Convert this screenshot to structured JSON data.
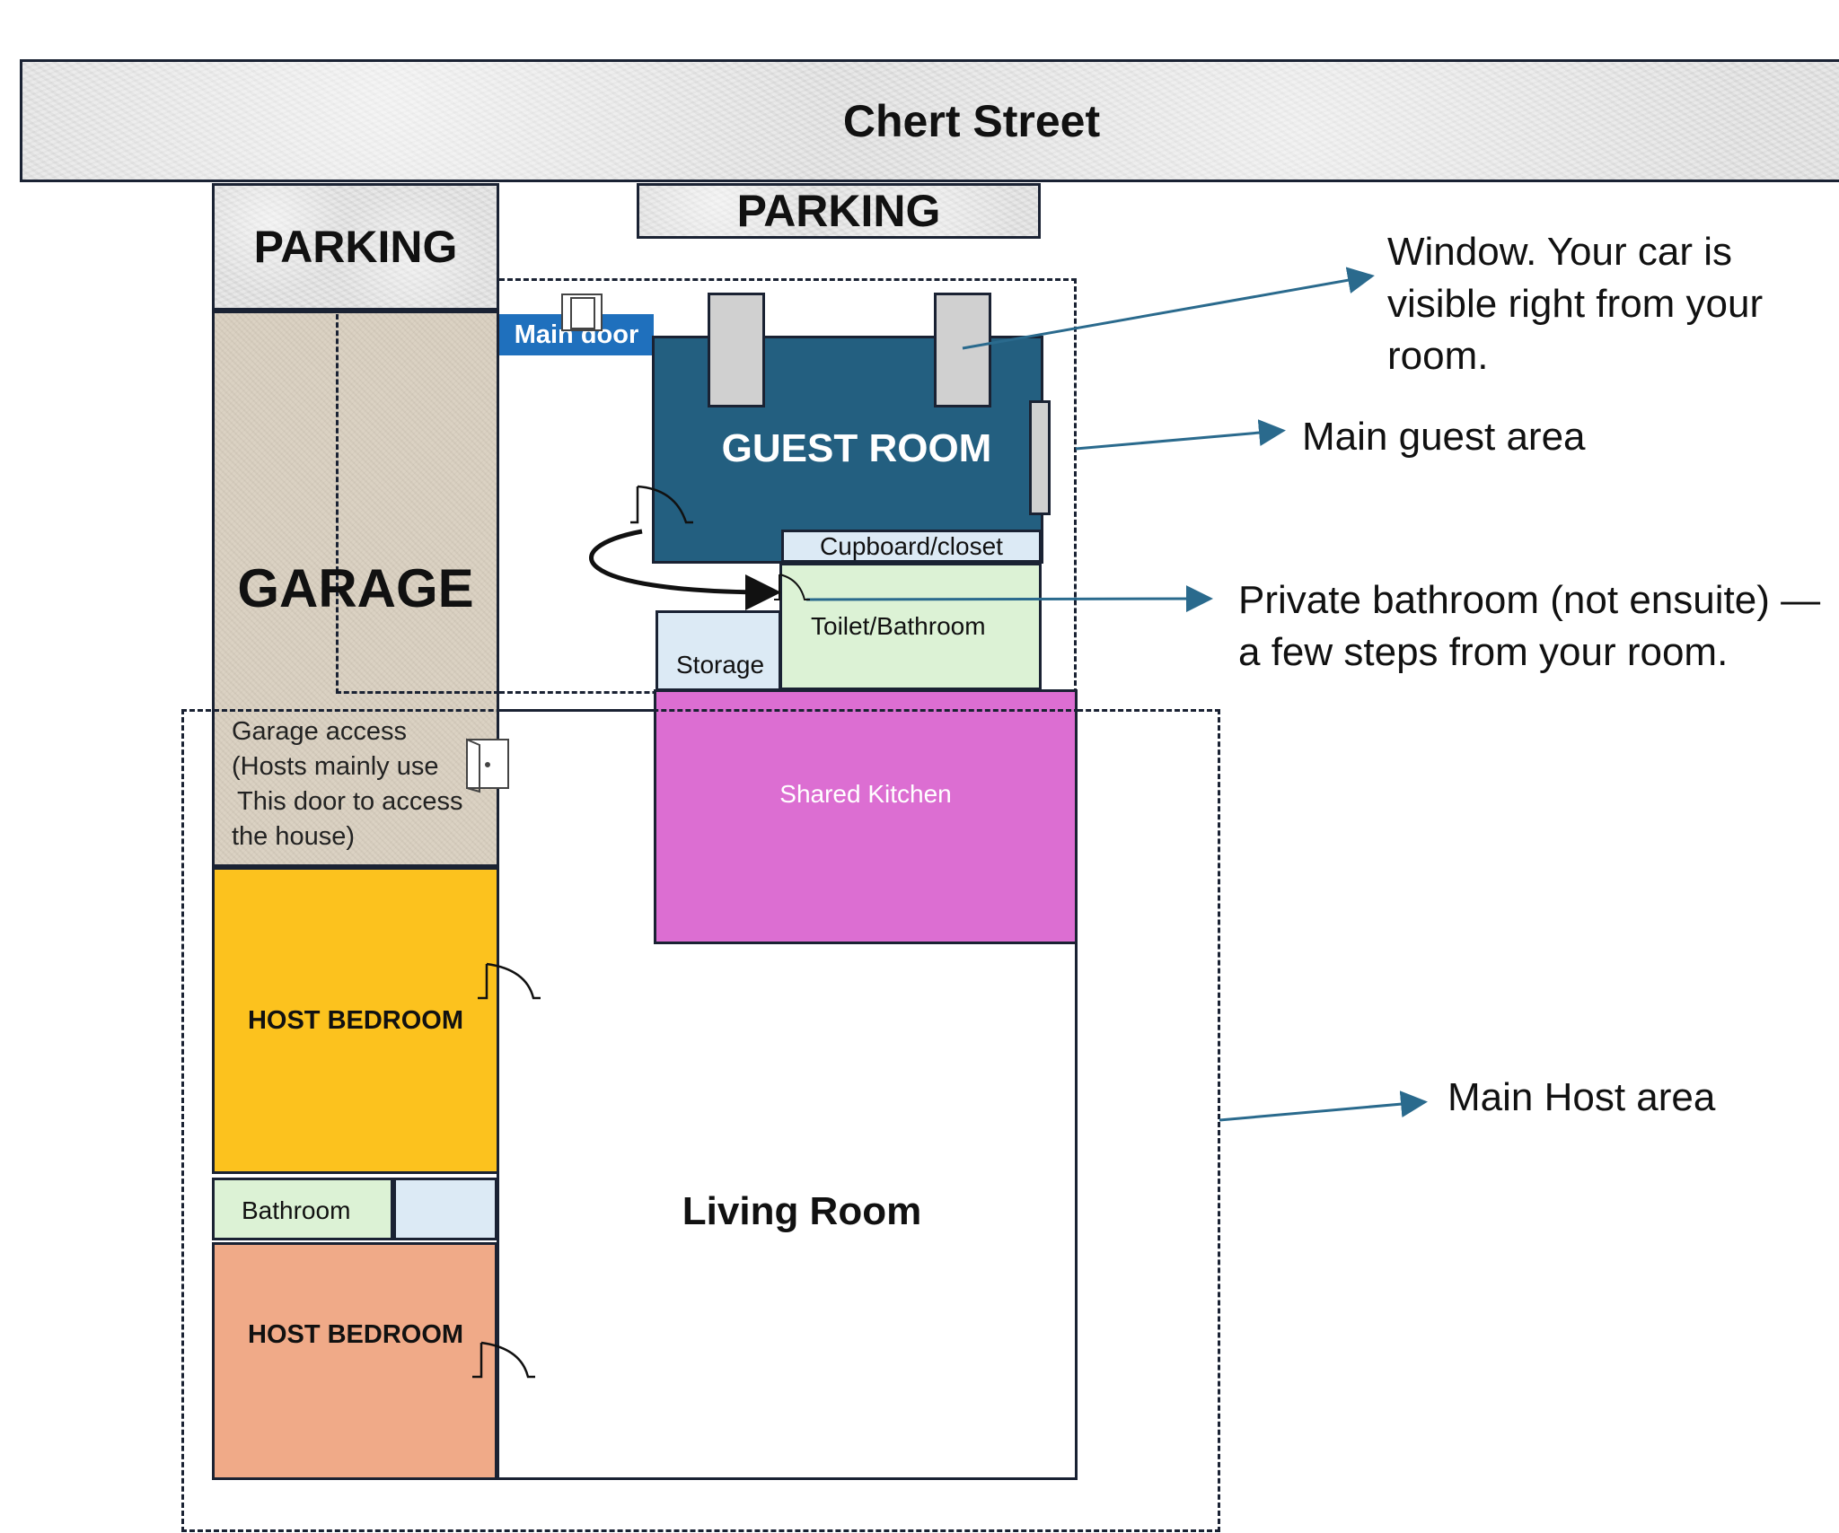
{
  "street": {
    "name": "Chert Street"
  },
  "parking": {
    "left_label": "PARKING",
    "center_label": "PARKING"
  },
  "garage": {
    "label": "GARAGE"
  },
  "garage_access": {
    "lines": [
      "Garage access",
      "(Hosts mainly use",
      "This door to access",
      "the house)"
    ]
  },
  "main_door": {
    "label": "Main door"
  },
  "rooms": {
    "guest_room": "GUEST ROOM",
    "cupboard": "Cupboard/closet",
    "toilet_bathroom": "Toilet/Bathroom",
    "storage": "Storage",
    "shared_kitchen": "Shared Kitchen",
    "host_bedroom_1": "HOST BEDROOM",
    "bathroom": "Bathroom",
    "host_bedroom_2": "HOST BEDROOM",
    "living_room": "Living Room"
  },
  "annotations": {
    "window": [
      "Window. Your car is",
      "visible right from your",
      "room."
    ],
    "main_guest_area": "Main guest area",
    "private_bathroom": [
      "Private bathroom (not ensuite) —",
      "a few steps from your room."
    ],
    "main_host_area": "Main Host area"
  },
  "colors": {
    "guest_room": "#235f80",
    "main_door": "#1f70bd",
    "shared_kitchen": "#dc6ed2",
    "host_bedroom_1": "#fcc21e",
    "host_bedroom_2": "#f0aa88",
    "toilet": "#dcf2d5",
    "light_blue": "#dceaf5",
    "arrow": "#2a6a8d"
  }
}
